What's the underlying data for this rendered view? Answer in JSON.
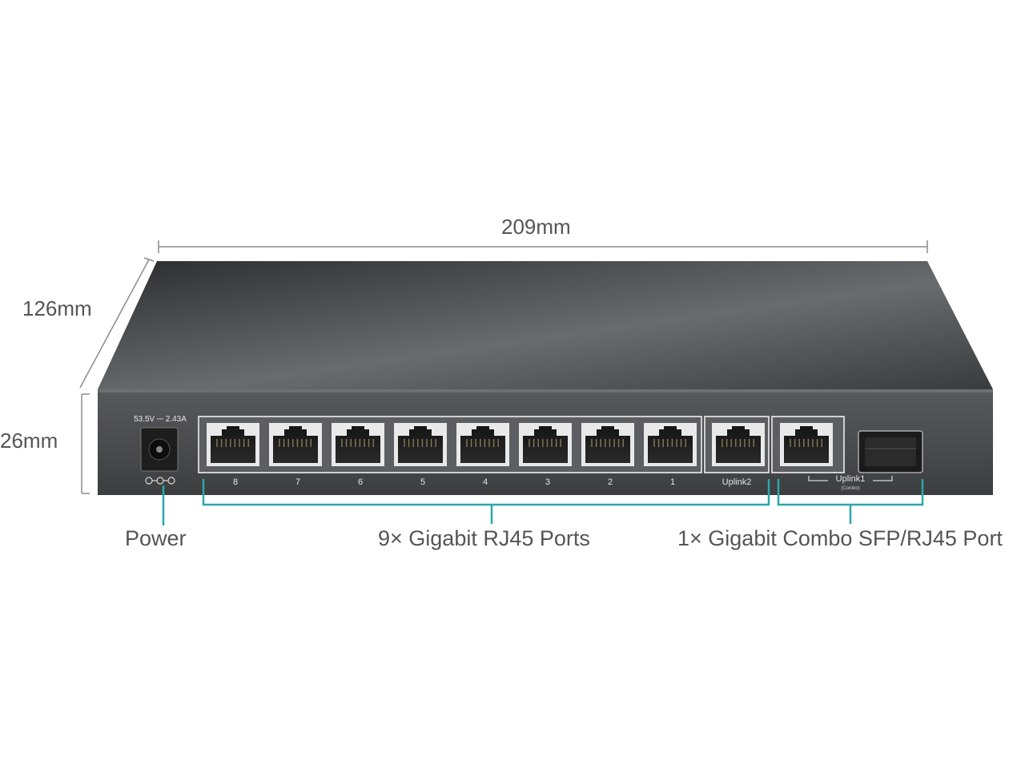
{
  "dimensions": {
    "width": "209mm",
    "depth": "126mm",
    "height": "26mm"
  },
  "device": {
    "power_rating": "53.5V ⎓ 2.43A",
    "rj45_port_labels": [
      "8",
      "7",
      "6",
      "5",
      "4",
      "3",
      "2",
      "1"
    ],
    "uplink2_label": "Uplink2",
    "uplink1_label": "Uplink1",
    "uplink1_sublabel": "(Combo)",
    "power_symbol": "polarity-symbol-icon"
  },
  "callouts": {
    "power": "Power",
    "rj45": "9× Gigabit RJ45 Ports",
    "combo": "1× Gigabit Combo SFP/RJ45 Port"
  },
  "colors": {
    "callout_line": "#2aa8a8",
    "dimension_line": "#8c8c8c",
    "chassis": "#3c3d3f",
    "faceplate": "#4a4b4d"
  }
}
